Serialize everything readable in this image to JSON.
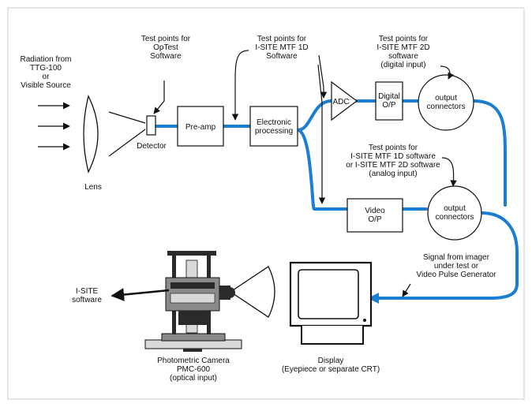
{
  "colors": {
    "signal": "#1a7fd4",
    "ink": "#111111",
    "border": "#cccccc",
    "camera_dark": "#2a2a2a",
    "camera_mid": "#8a8a8a",
    "camera_light": "#d9d9d9"
  },
  "labels": {
    "radiation": [
      "Radiation from",
      "TTG-100",
      "or",
      "Visible Source"
    ],
    "lens": "Lens",
    "detector": "Detector",
    "optest": [
      "Test points for",
      "OpTest",
      "Software"
    ],
    "mtf1d": [
      "Test points for",
      "I-SITE MTF 1D",
      "Software"
    ],
    "mtf2d": [
      "Test points for",
      "I-SITE MTF 2D",
      "software",
      "(digital input)"
    ],
    "analog": [
      "Test points for",
      "I-SITE MTF 1D software",
      "or I-SITE MTF 2D software",
      "(analog input)"
    ],
    "signal": [
      "Signal from imager",
      "under test or",
      "Video Pulse Generator"
    ],
    "isite": [
      "I-SITE",
      "software"
    ],
    "camera": [
      "Photometric Camera",
      "PMC-600",
      "(optical input)"
    ],
    "display": [
      "Display",
      "(Eyepiece or separate CRT)"
    ]
  },
  "boxes": {
    "preamp": "Pre-amp",
    "electronic": [
      "Electronic",
      "processing"
    ],
    "adc": "ADC",
    "digital_op": [
      "Digital",
      "O/P"
    ],
    "output_digital": [
      "output",
      "connectors"
    ],
    "video_op": [
      "Video",
      "O/P"
    ],
    "output_analog": [
      "output",
      "connectors"
    ]
  }
}
